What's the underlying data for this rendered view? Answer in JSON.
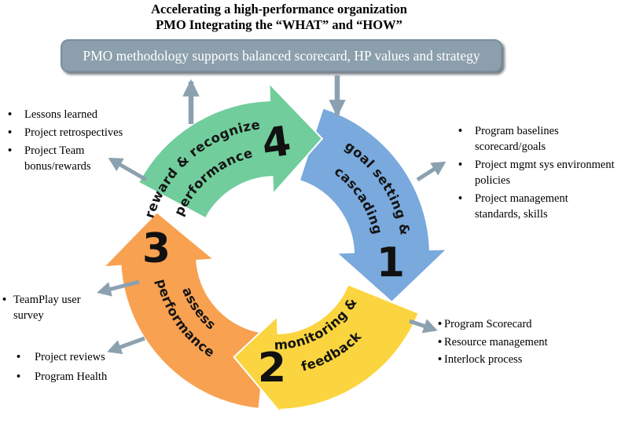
{
  "title": {
    "line1": "Accelerating a high-performance organization",
    "line2": "PMO Integrating the “WHAT” and “HOW”"
  },
  "banner": {
    "text": "PMO methodology supports balanced scorecard, HP values and strategy"
  },
  "colors": {
    "step1_blue": "#79A9DD",
    "step2_yellow": "#FBD53F",
    "step3_orange": "#F8A150",
    "step4_green": "#71CD9C",
    "connector_gray": "#8CA1B0",
    "banner_fill": "#8C9FAD"
  },
  "cycle": {
    "steps": [
      {
        "number": "1",
        "line1": "goal setting &",
        "line2": "cascading",
        "color": "#79A9DD"
      },
      {
        "number": "2",
        "line1": "monitoring &",
        "line2": "feedback",
        "color": "#FBD53F"
      },
      {
        "number": "3",
        "line1": "assess",
        "line2": "performance",
        "color": "#F8A150"
      },
      {
        "number": "4",
        "line1": "reward & recognize",
        "line2": "performance",
        "color": "#71CD9C"
      }
    ]
  },
  "lists": {
    "top_left": {
      "items": [
        "Lessons learned",
        "Project retrospectives",
        "Project Team bonus/rewards"
      ]
    },
    "right": {
      "items": [
        "Program baselines scorecard/goals",
        "Project mgmt sys environment policies",
        "Project management standards, skills"
      ]
    },
    "bottom_right": {
      "items": [
        "Program Scorecard",
        "Resource management",
        "Interlock process"
      ]
    },
    "left_upper": {
      "items": [
        "TeamPlay user survey"
      ]
    },
    "left_lower": {
      "items": [
        "Project reviews",
        "Program Health"
      ]
    }
  }
}
